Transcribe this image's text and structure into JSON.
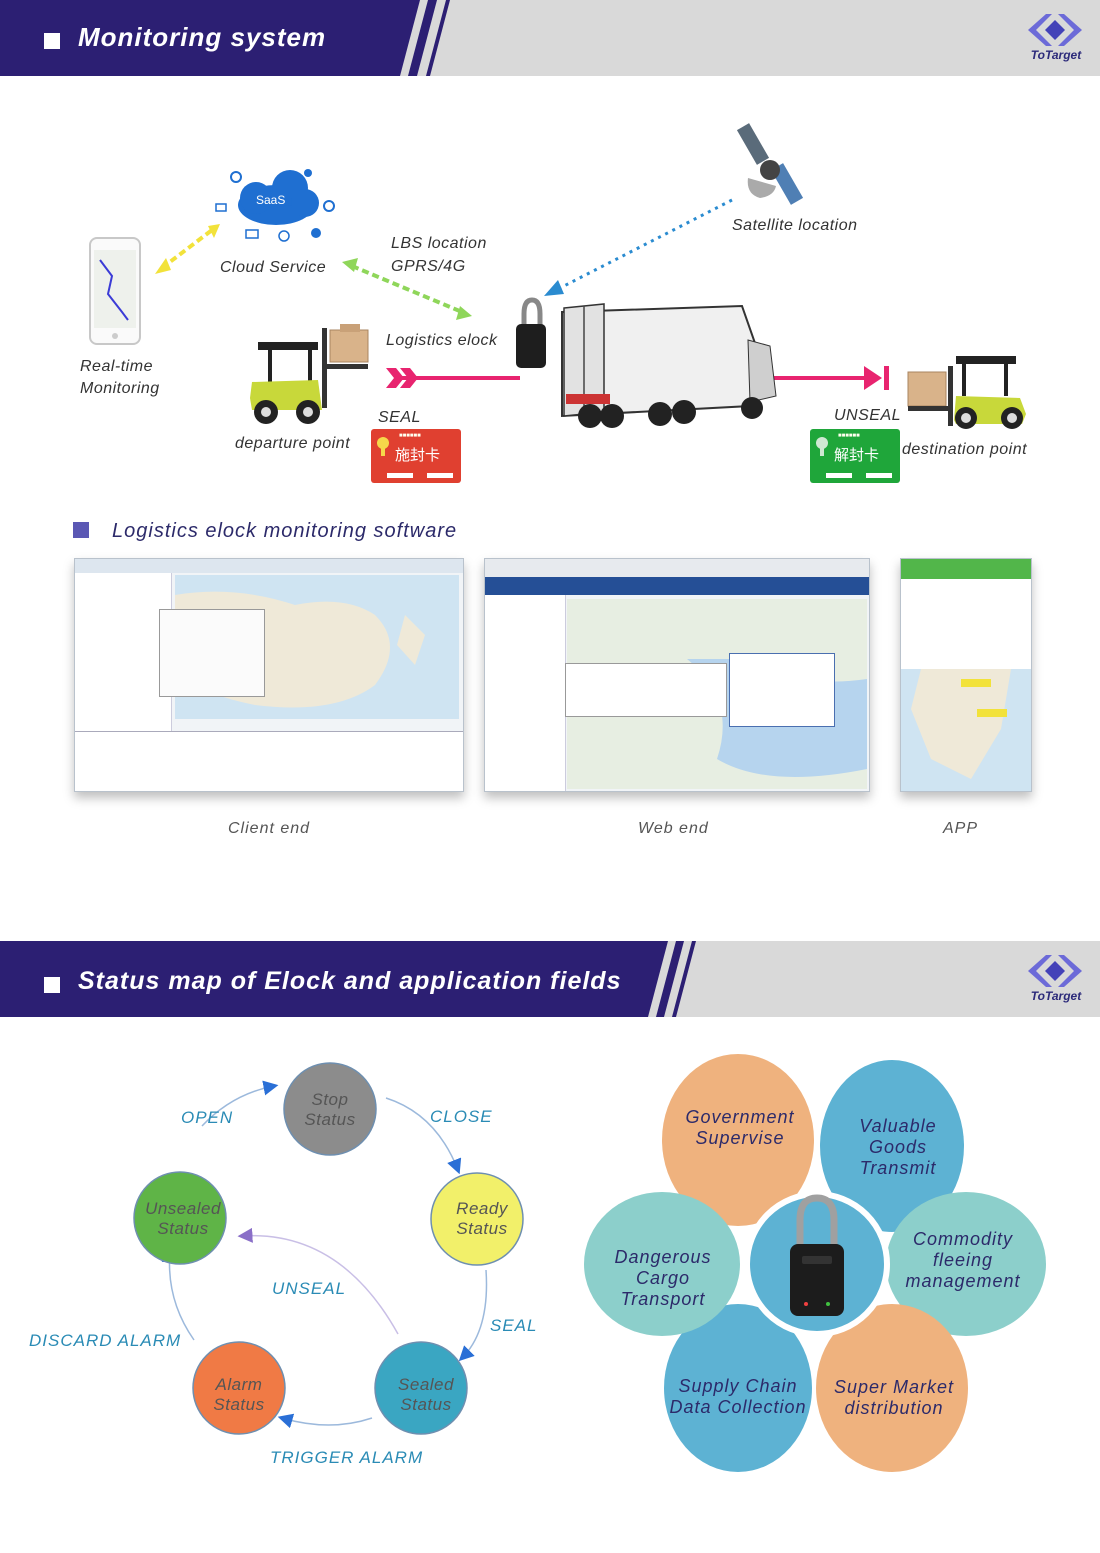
{
  "header1": {
    "title": "Monitoring system"
  },
  "header2": {
    "title": "Status map of Elock and application fields"
  },
  "logo": {
    "text": "ToTarget"
  },
  "monitoring": {
    "cloud_badge": "SaaS",
    "cloud_label": "Cloud Service",
    "lbs_label": "LBS location",
    "gprs_label": "GPRS/4G",
    "satellite_label": "Satellite location",
    "realtime_label_1": "Real-time",
    "realtime_label_2": "Monitoring",
    "elock_label": "Logistics elock",
    "seal_label": "SEAL",
    "unseal_label": "UNSEAL",
    "departure_label": "departure point",
    "destination_label": "destination point",
    "seal_card_text": "施封卡",
    "unseal_card_text": "解封卡"
  },
  "software": {
    "section_title": "Logistics elock monitoring software",
    "client_label": "Client end",
    "web_label": "Web end",
    "app_label": "APP"
  },
  "status_map": {
    "stop_1": "Stop",
    "stop_2": "Status",
    "ready_1": "Ready",
    "ready_2": "Status",
    "sealed_1": "Sealed",
    "sealed_2": "Status",
    "alarm_1": "Alarm",
    "alarm_2": "Status",
    "unsealed_1": "Unsealed",
    "unsealed_2": "Status",
    "open": "OPEN",
    "close": "CLOSE",
    "seal": "SEAL",
    "trigger_alarm": "TRIGGER ALARM",
    "discard_alarm": "DISCARD ALARM",
    "unseal": "UNSEAL"
  },
  "fields": {
    "government_1": "Government",
    "government_2": "Supervise",
    "valuable_1": "Valuable",
    "valuable_2": "Goods",
    "valuable_3": "Transmit",
    "commodity_1": "Commodity",
    "commodity_2": "fleeing",
    "commodity_3": "management",
    "super_1": "Super Market",
    "super_2": "distribution",
    "supply_1": "Supply Chain",
    "supply_2": "Data Collection",
    "dangerous_1": "Dangerous",
    "dangerous_2": "Cargo",
    "dangerous_3": "Transport"
  },
  "colors": {
    "banner_navy": "#2c1f73",
    "pink_line": "#e8246f",
    "arrow_blue": "#2a8bb5",
    "stop": "#8c8c8c",
    "ready": "#f2f06a",
    "sealed": "#3aa6c2",
    "alarm": "#f07a45",
    "unsealed": "#5fb447",
    "petal_orange": "#efb27e",
    "petal_blue": "#5db2d3",
    "petal_teal": "#8ccfcb",
    "seal_card": "#e04030",
    "unseal_card": "#1fa63a"
  }
}
